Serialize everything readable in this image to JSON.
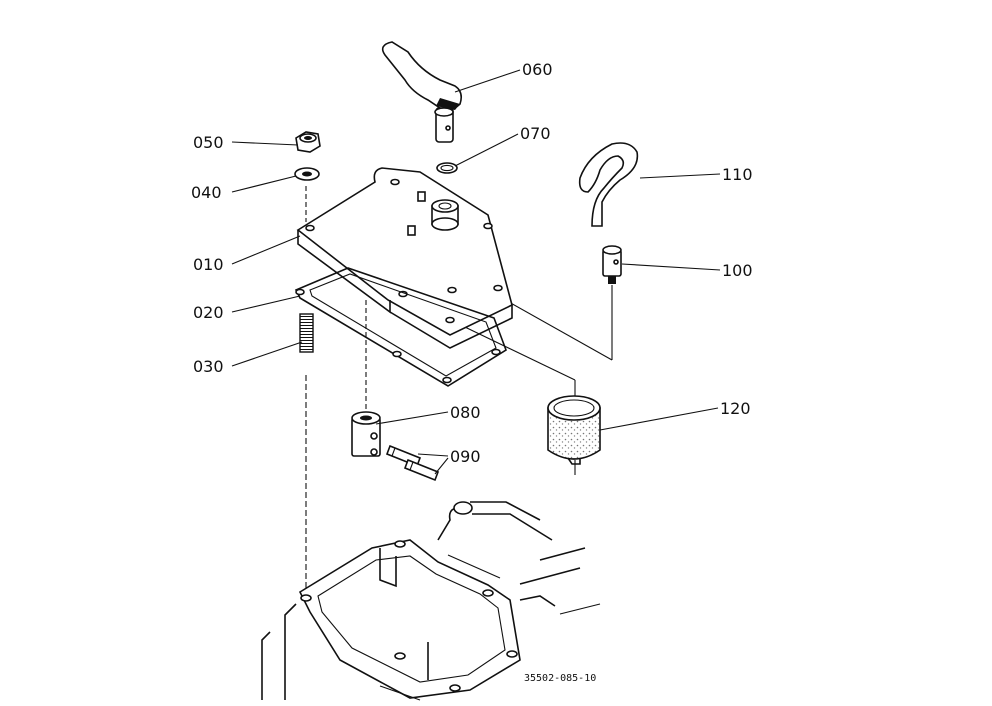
{
  "part_labels": [
    {
      "id": "060",
      "text": "060"
    },
    {
      "id": "070",
      "text": "070"
    },
    {
      "id": "050",
      "text": "050"
    },
    {
      "id": "040",
      "text": "040"
    },
    {
      "id": "110",
      "text": "110"
    },
    {
      "id": "010",
      "text": "010"
    },
    {
      "id": "100",
      "text": "100"
    },
    {
      "id": "020",
      "text": "020"
    },
    {
      "id": "030",
      "text": "030"
    },
    {
      "id": "080",
      "text": "080"
    },
    {
      "id": "120",
      "text": "120"
    },
    {
      "id": "090",
      "text": "090"
    }
  ],
  "drawing_code": "35502-085-10"
}
